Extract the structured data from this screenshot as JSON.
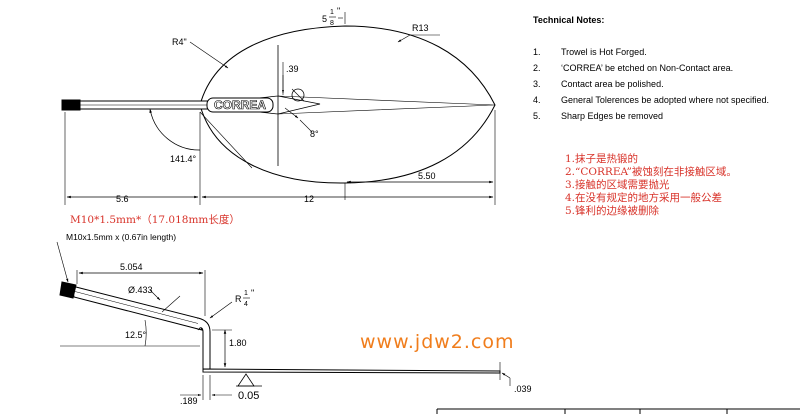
{
  "notes": {
    "title": "Technical Notes:",
    "items": [
      {
        "num": "1.",
        "text": "Trowel is Hot Forged."
      },
      {
        "num": "2.",
        "text": "‘CORREA’ be etched on Non-Contact area."
      },
      {
        "num": "3.",
        "text": "Contact area be polished."
      },
      {
        "num": "4.",
        "text": "General Tolerences be adopted where not specified."
      },
      {
        "num": "5.",
        "text": "Sharp Edges be removed"
      }
    ]
  },
  "chinese_notes": [
    "1.抹子是热锻的",
    "2.“CORREA”被蚀刻在非接触区域。",
    "3.接触的区域需要抛光",
    "4.在没有规定的地方采用一般公差",
    "5.锋利的边缘被删除"
  ],
  "thread": {
    "cn": "M10*1.5mm*（17.018mm长度）",
    "en": "M10x1.5mm x (0.67in length)"
  },
  "watermark": "www.jdw2.com",
  "top_view": {
    "etch_text": "CORREA",
    "dims": {
      "r4": "R4\"",
      "r13": "R13",
      "width_main": "5",
      "width_num": "1",
      "width_den": "8",
      "width_unit": "\"",
      "d39": ".39",
      "angle8": "8°",
      "angle141": "141.4°",
      "len56": "5.6",
      "len12": "12",
      "len550": "5.50"
    }
  },
  "side_view": {
    "dims": {
      "len5054": "5.054",
      "dia": "Ø.433",
      "radius_prefix": "R",
      "radius_num": "1",
      "radius_den": "4",
      "radius_unit": "\"",
      "angle125": "12.5°",
      "h180": "1.80",
      "d189": ".189",
      "d005": "0.05",
      "d039": ".039"
    }
  }
}
